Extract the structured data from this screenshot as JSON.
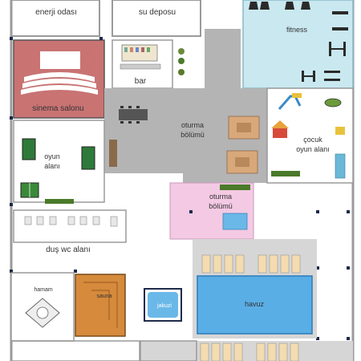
{
  "rooms": {
    "energy_room": "enerji odası",
    "water_tank": "su deposu",
    "fitness": "fitness",
    "cinema": "sinema salonu",
    "bar": "bar",
    "lounge_main_1": "oturma",
    "lounge_main_2": "bölümü",
    "kids_1": "çocuk",
    "kids_2": "oyun alanı",
    "games_1": "oyun",
    "games_2": "alanı",
    "lounge_pink_1": "oturma",
    "lounge_pink_2": "bölümü",
    "shower_wc": "duş wc alanı",
    "hamam": "hamam",
    "sauna": "sauna",
    "jacuzzi": "jakuzi",
    "pool": "havuz"
  },
  "colors": {
    "wall": "#8a8a8a",
    "lounge_floor": "#b4b4b4",
    "fitness_floor": "#c9e8f0",
    "cinema_floor": "#c97373",
    "pink_floor": "#f4c9e4",
    "pool_water": "#5aaee6",
    "pool_deck": "#d6d6d6",
    "sauna_wood": "#d58a3c",
    "pillar": "#1f2a4a"
  }
}
